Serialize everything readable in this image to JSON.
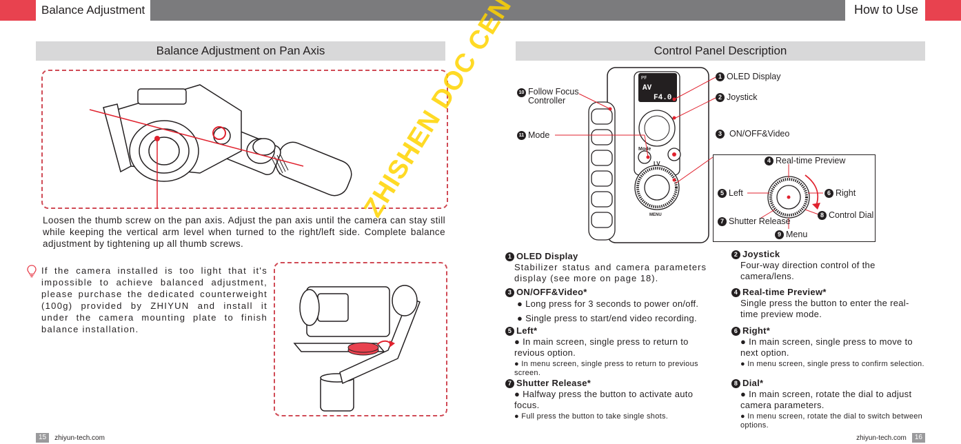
{
  "header": {
    "left_title": "Balance Adjustment",
    "right_title": "How to Use",
    "accent_color": "#e8424f",
    "bar_color": "#7b7b7d"
  },
  "left": {
    "section_title": "Balance Adjustment on Pan Axis",
    "paragraph": "Loosen the thumb screw on the pan axis. Adjust the pan axis until the camera can stay still while keeping the vertical arm level when turned to the right/left side. Complete balance adjustment by tightening up all thumb screws.",
    "tip_icon": "lightbulb-icon",
    "tip": "If the camera installed is too light that it's impossible to achieve balanced adjustment, please purchase the dedicated counterweight (100g) provided by ZHIYUN and install it under the camera mounting plate to finish balance installation."
  },
  "right": {
    "section_title": "Control Panel Description",
    "device_labels": {
      "mode": "Mode",
      "lv": "LV",
      "menu": "MENU"
    },
    "oled_screen": {
      "line1": "AV",
      "line2": "F4.0",
      "status": "PF"
    },
    "callouts": [
      {
        "n": "1",
        "label": "OLED Display"
      },
      {
        "n": "2",
        "label": "Joystick"
      },
      {
        "n": "3",
        "label": "ON/OFF&Video"
      },
      {
        "n": "4",
        "label": "Real-time Preview"
      },
      {
        "n": "5",
        "label": "Left"
      },
      {
        "n": "6",
        "label": "Right"
      },
      {
        "n": "7",
        "label": "Shutter Release"
      },
      {
        "n": "8",
        "label": "Control Dial"
      },
      {
        "n": "9",
        "label": "Menu"
      },
      {
        "n": "10",
        "label": "Follow Focus",
        "label2": "Controller"
      },
      {
        "n": "11",
        "label": "Mode"
      }
    ],
    "descriptions": {
      "oled": {
        "n": "1",
        "title": "OLED Display",
        "text": "Stabilizer status and camera parameters display (see more on page 18)."
      },
      "joystick": {
        "n": "2",
        "title": "Joystick",
        "text": "Four-way direction control of the camera/lens."
      },
      "onoff": {
        "n": "3",
        "title": "ON/OFF&Video*",
        "b1": "● Long press for 3 seconds to power on/off.",
        "b2": "● Single press to start/end video recording."
      },
      "preview": {
        "n": "4",
        "title": "Real-time Preview*",
        "text": "Single press the button to enter the real-time preview mode."
      },
      "left": {
        "n": "5",
        "title": "Left*",
        "b1": "● In main screen, single press to return to revious option.",
        "b2": "● In menu screen, single press to return to previous screen."
      },
      "right": {
        "n": "6",
        "title": "Right*",
        "b1": "● In main screen, single press to move to next option.",
        "b2": "● In menu screen, single press to confirm selection."
      },
      "shutter": {
        "n": "7",
        "title": "Shutter Release*",
        "b1": "● Halfway press the button to activate auto focus.",
        "b2": "● Full press the button to take single shots."
      },
      "dial": {
        "n": "8",
        "title": "Dial*",
        "b1": "● In main screen, rotate the dial to adjust camera parameters.",
        "b2": "● In menu screen, rotate the dial to switch between options."
      }
    }
  },
  "footer": {
    "left_page": "15",
    "left_site": "zhiyun-tech.com",
    "right_site": "zhiyun-tech.com",
    "right_page": "16"
  },
  "watermark": "ZHISHEN DOC CENTER"
}
